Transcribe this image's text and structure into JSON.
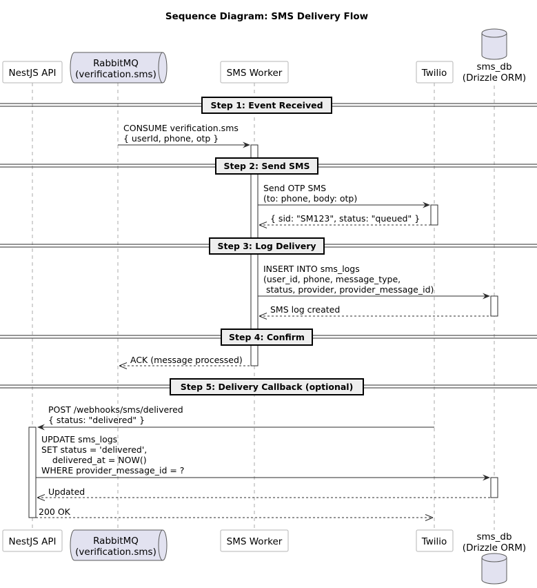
{
  "title": "Sequence Diagram: SMS Delivery Flow",
  "participants": {
    "api": [
      "NestJS API"
    ],
    "mq": [
      "RabbitMQ",
      "(verification.sms)"
    ],
    "worker": [
      "SMS Worker"
    ],
    "twilio": [
      "Twilio"
    ],
    "db": [
      "sms_db",
      "(Drizzle ORM)"
    ]
  },
  "steps": {
    "s1": "Step 1: Event Received",
    "s2": "Step 2: Send SMS",
    "s3": "Step 3: Log Delivery",
    "s4": "Step 4: Confirm",
    "s5": "Step 5: Delivery Callback (optional)"
  },
  "messages": {
    "m1": [
      "CONSUME verification.sms",
      "{ userId, phone, otp }"
    ],
    "m2": [
      "Send OTP SMS",
      "(to: phone, body: otp)"
    ],
    "m3": [
      "{ sid: \"SM123\", status: \"queued\" }"
    ],
    "m4": [
      "INSERT INTO sms_logs",
      "(user_id, phone, message_type,",
      " status, provider, provider_message_id)"
    ],
    "m5": [
      "SMS log created"
    ],
    "m6": [
      "ACK (message processed)"
    ],
    "m7": [
      "POST /webhooks/sms/delivered",
      "{ status: \"delivered\" }"
    ],
    "m8": [
      "UPDATE sms_logs",
      "SET status = 'delivered',",
      "    delivered_at = NOW()",
      "WHERE provider_message_id = ?"
    ],
    "m9": [
      "Updated"
    ],
    "m10": [
      "200 OK"
    ]
  }
}
